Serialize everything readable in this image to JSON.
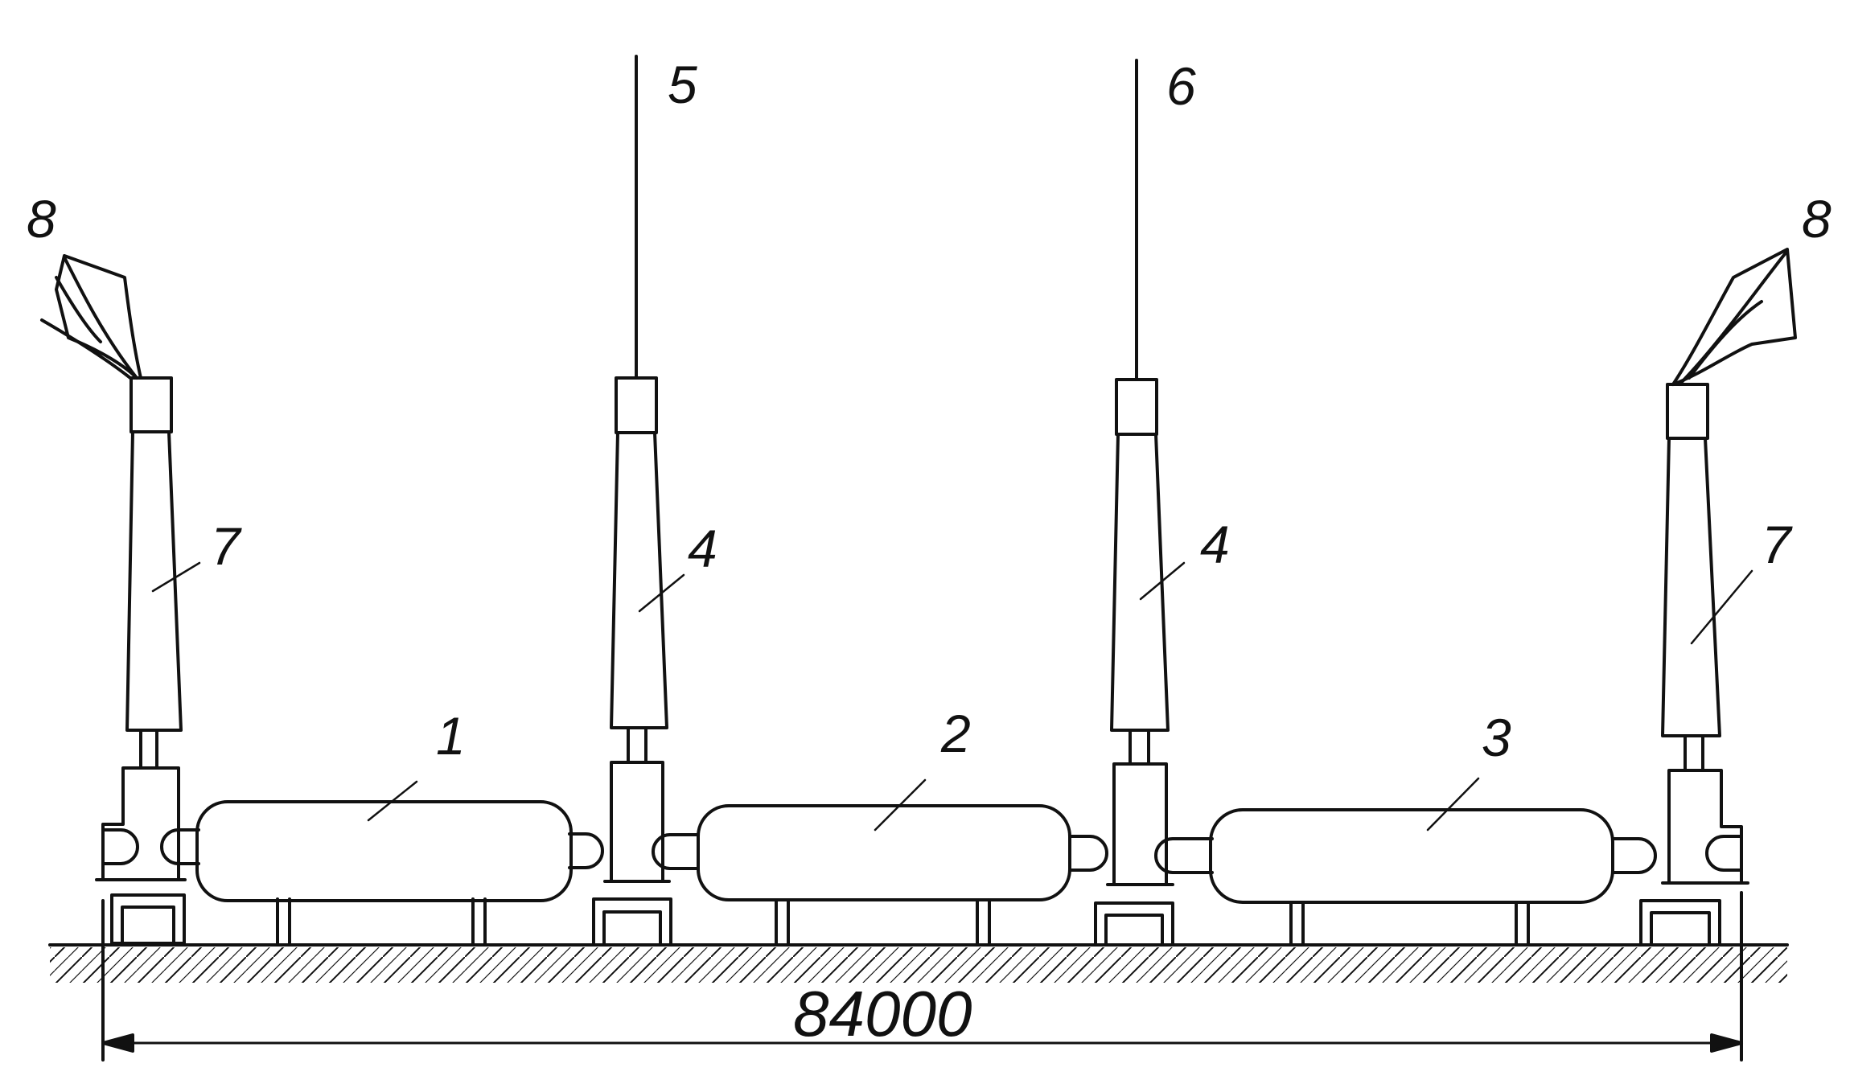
{
  "diagram": {
    "ink_color": "#111111",
    "background_color": "#ffffff",
    "part_labels": {
      "tank_1": "1",
      "tank_2": "2",
      "tank_3": "3",
      "bushing_4_left": "4",
      "bushing_4_right": "4",
      "line_5": "5",
      "line_6": "6",
      "bushing_7_left": "7",
      "bushing_7_right": "7",
      "terminal_8_left": "8",
      "terminal_8_right": "8"
    },
    "dimension": {
      "overall_length": "84000"
    }
  }
}
